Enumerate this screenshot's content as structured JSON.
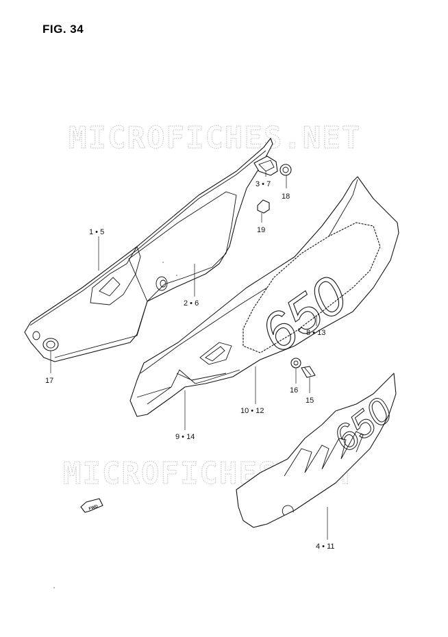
{
  "figure": {
    "title": "FIG. 34"
  },
  "watermark": "MICROFICHES.NET",
  "callouts": [
    {
      "id": "c-1-5",
      "text": "1 • 5"
    },
    {
      "id": "c-2-6",
      "text": "2 • 6"
    },
    {
      "id": "c-3-7",
      "text": "3 • 7"
    },
    {
      "id": "c-18",
      "text": "18"
    },
    {
      "id": "c-19",
      "text": "19"
    },
    {
      "id": "c-17",
      "text": "17"
    },
    {
      "id": "c-8-13",
      "text": "8 • 13"
    },
    {
      "id": "c-16",
      "text": "16"
    },
    {
      "id": "c-15",
      "text": "15"
    },
    {
      "id": "c-10-12",
      "text": "10 • 12"
    },
    {
      "id": "c-9-14",
      "text": "9 • 14"
    },
    {
      "id": "c-4-11",
      "text": "4 • 11"
    }
  ],
  "emblem": {
    "text": "650"
  },
  "decal": {
    "text": "650"
  },
  "fwd_marker": {
    "text": "FWD"
  }
}
